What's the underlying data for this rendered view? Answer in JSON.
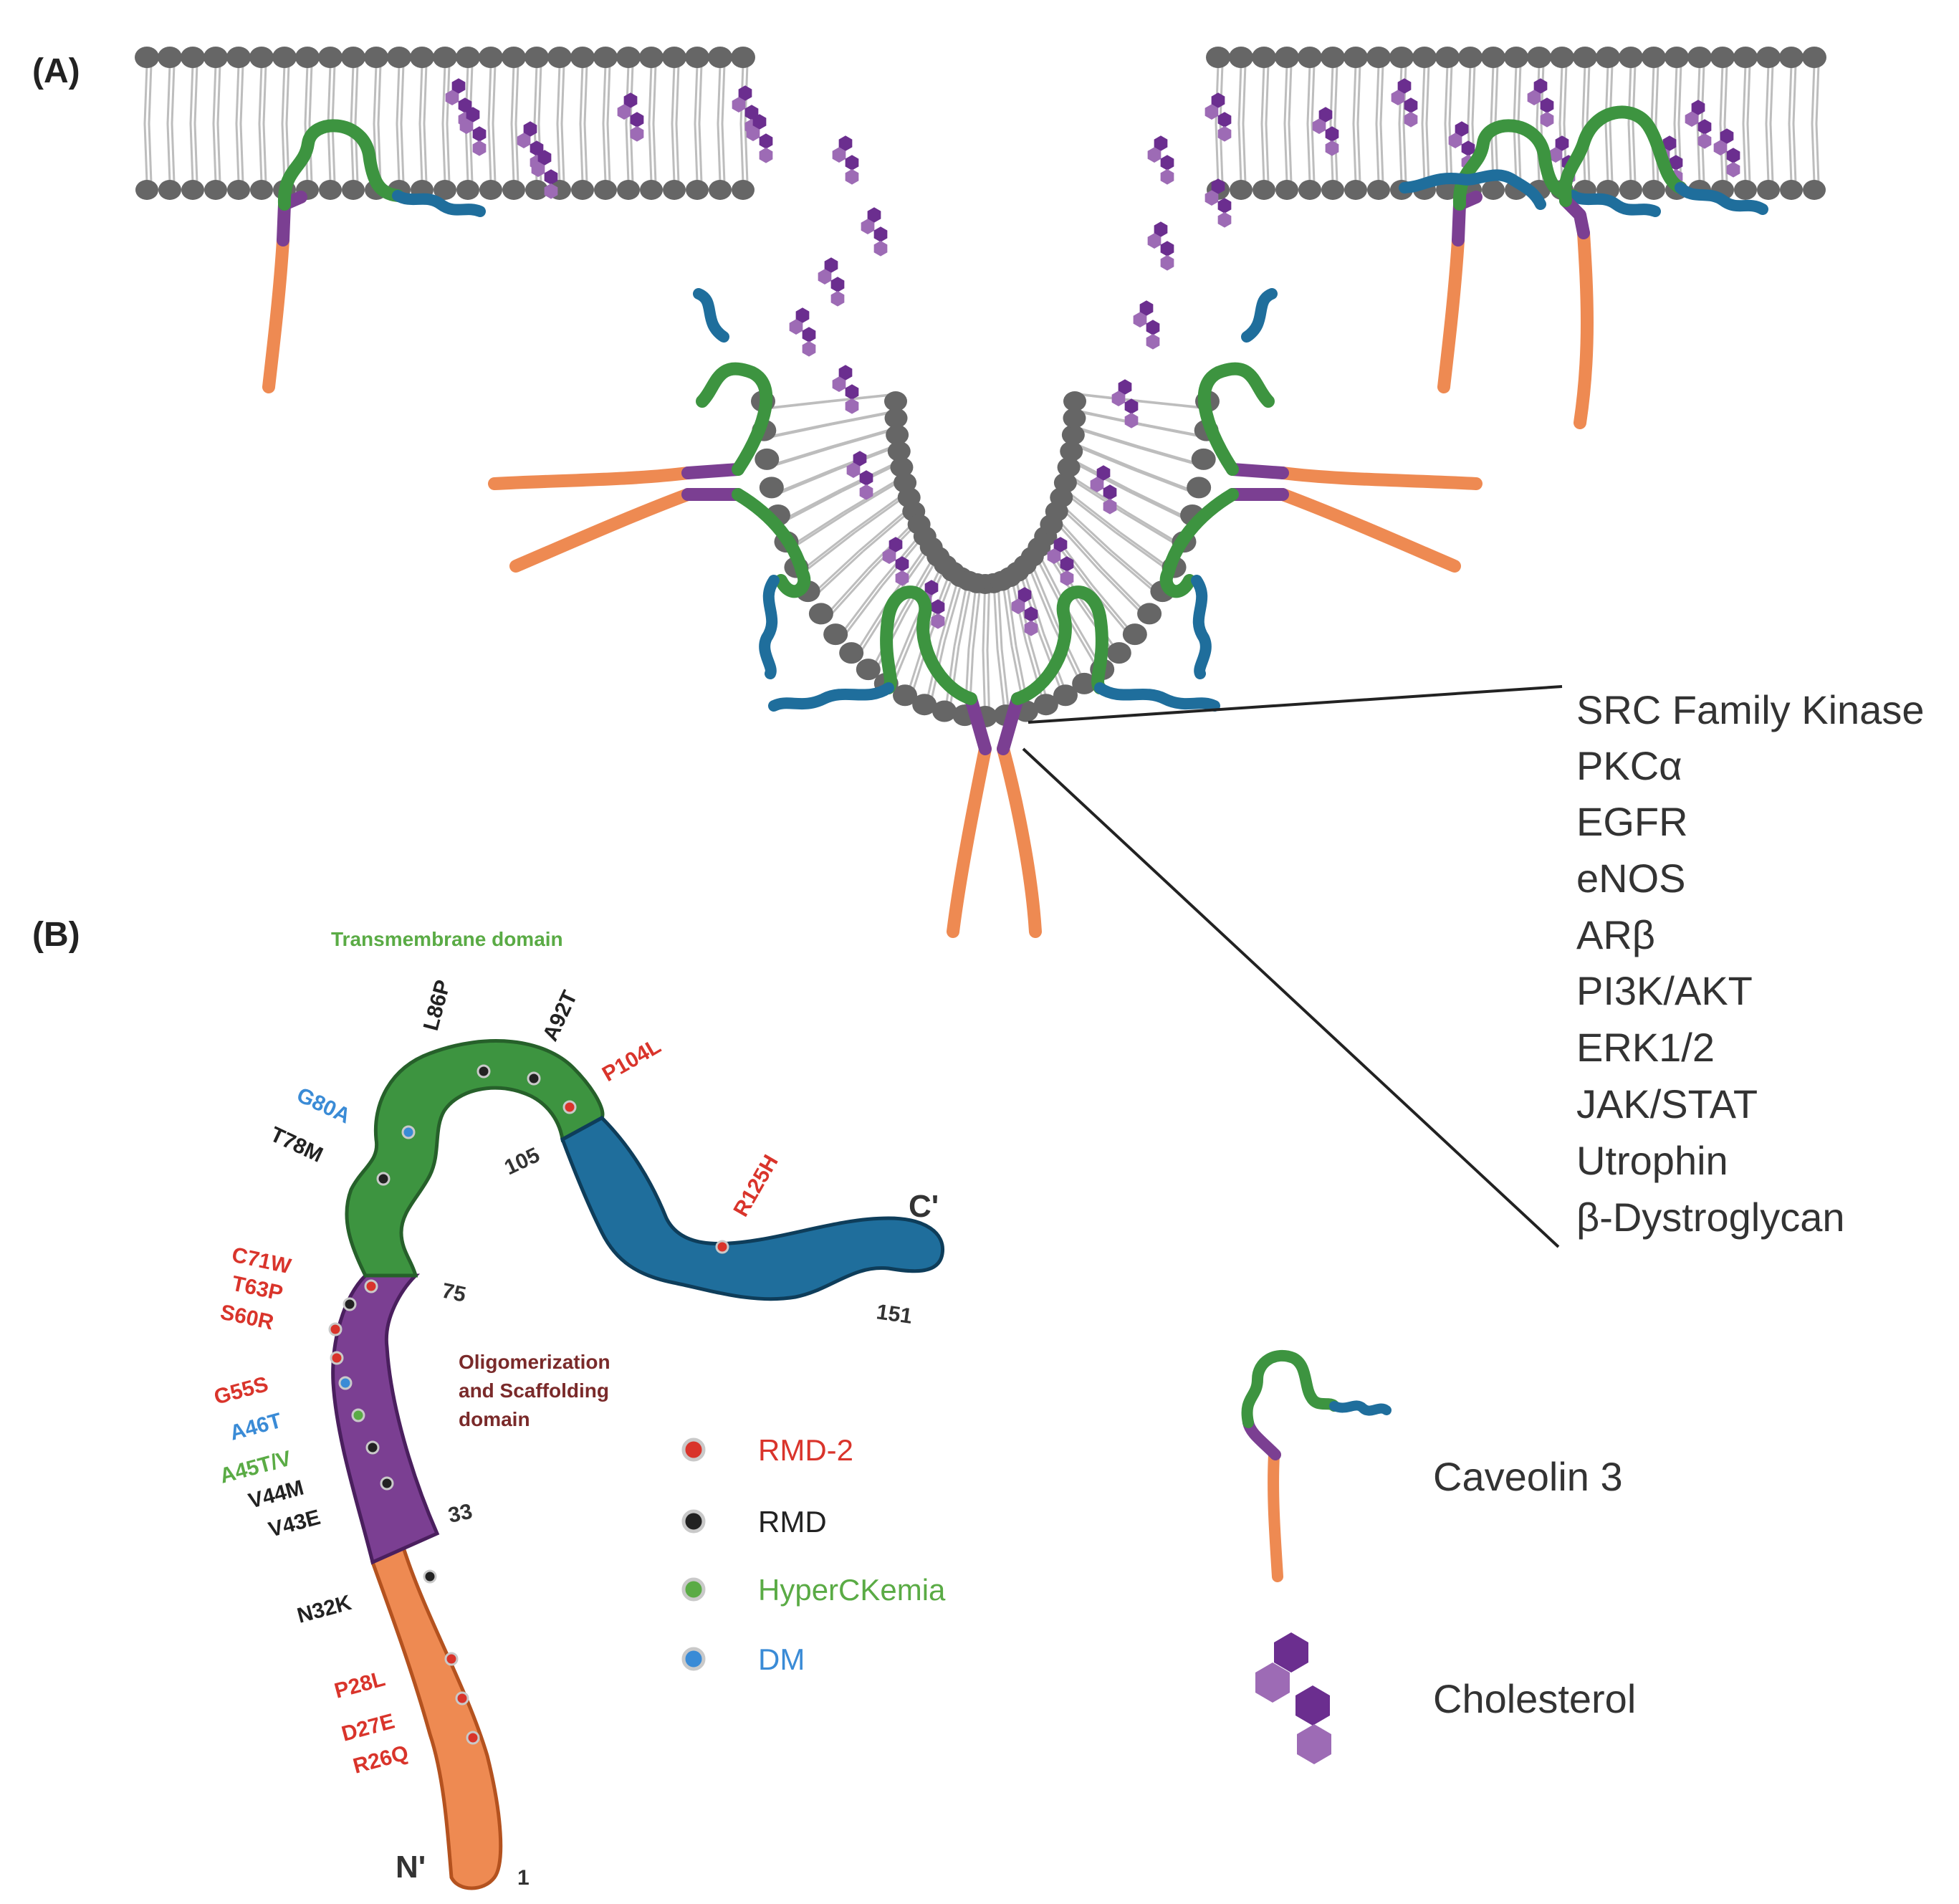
{
  "panels": {
    "a_label": "(A)",
    "b_label": "(B)"
  },
  "colors": {
    "membrane": "#666666",
    "orange": "#ee8a52",
    "purple": "#7b3f92",
    "green": "#3d9440",
    "blue": "#1f6e9c",
    "red": "#d9342b",
    "black": "#222222",
    "hyper_green": "#5aab45",
    "dm_blue": "#3a8bd6",
    "osd_label": "#7a2a2a",
    "cholesterol_dark": "#6b2e8f",
    "cholesterol_light": "#9d6bb5"
  },
  "interaction_partners": [
    "SRC Family Kinase",
    "PKCα",
    "EGFR",
    "eNOS",
    "ARβ",
    "PI3K/AKT",
    "ERK1/2",
    "JAK/STAT",
    "Utrophin",
    "β-Dystroglycan"
  ],
  "domains": {
    "transmembrane": "Transmembrane  domain",
    "oligomerization_line1": "Oligomerization",
    "oligomerization_line2": "and Scaffolding",
    "oligomerization_line3": "domain"
  },
  "termini": {
    "n": "N'",
    "c": "C'"
  },
  "residue_numbers": {
    "n1": "1",
    "n33": "33",
    "n75": "75",
    "n105": "105",
    "n151": "151"
  },
  "mutations": {
    "L86P": "L86P",
    "A92T": "A92T",
    "P104L": "P104L",
    "G80A": "G80A",
    "T78M": "T78M",
    "R125H": "R125H",
    "C71W": "C71W",
    "T63P": "T63P",
    "S60R": "S60R",
    "G55S": "G55S",
    "A46T": "A46T",
    "A45TV": "A45T/V",
    "V44M": "V44M",
    "V43E": "V43E",
    "N32K": "N32K",
    "P28L": "P28L",
    "D27E": "D27E",
    "R26Q": "R26Q"
  },
  "legend": [
    {
      "label": "RMD-2",
      "color": "#d9342b"
    },
    {
      "label": "RMD",
      "color": "#222222"
    },
    {
      "label": "HyperCKemia",
      "color": "#5aab45"
    },
    {
      "label": "DM",
      "color": "#3a8bd6"
    }
  ],
  "key": {
    "caveolin": "Caveolin 3",
    "cholesterol": "Cholesterol"
  }
}
